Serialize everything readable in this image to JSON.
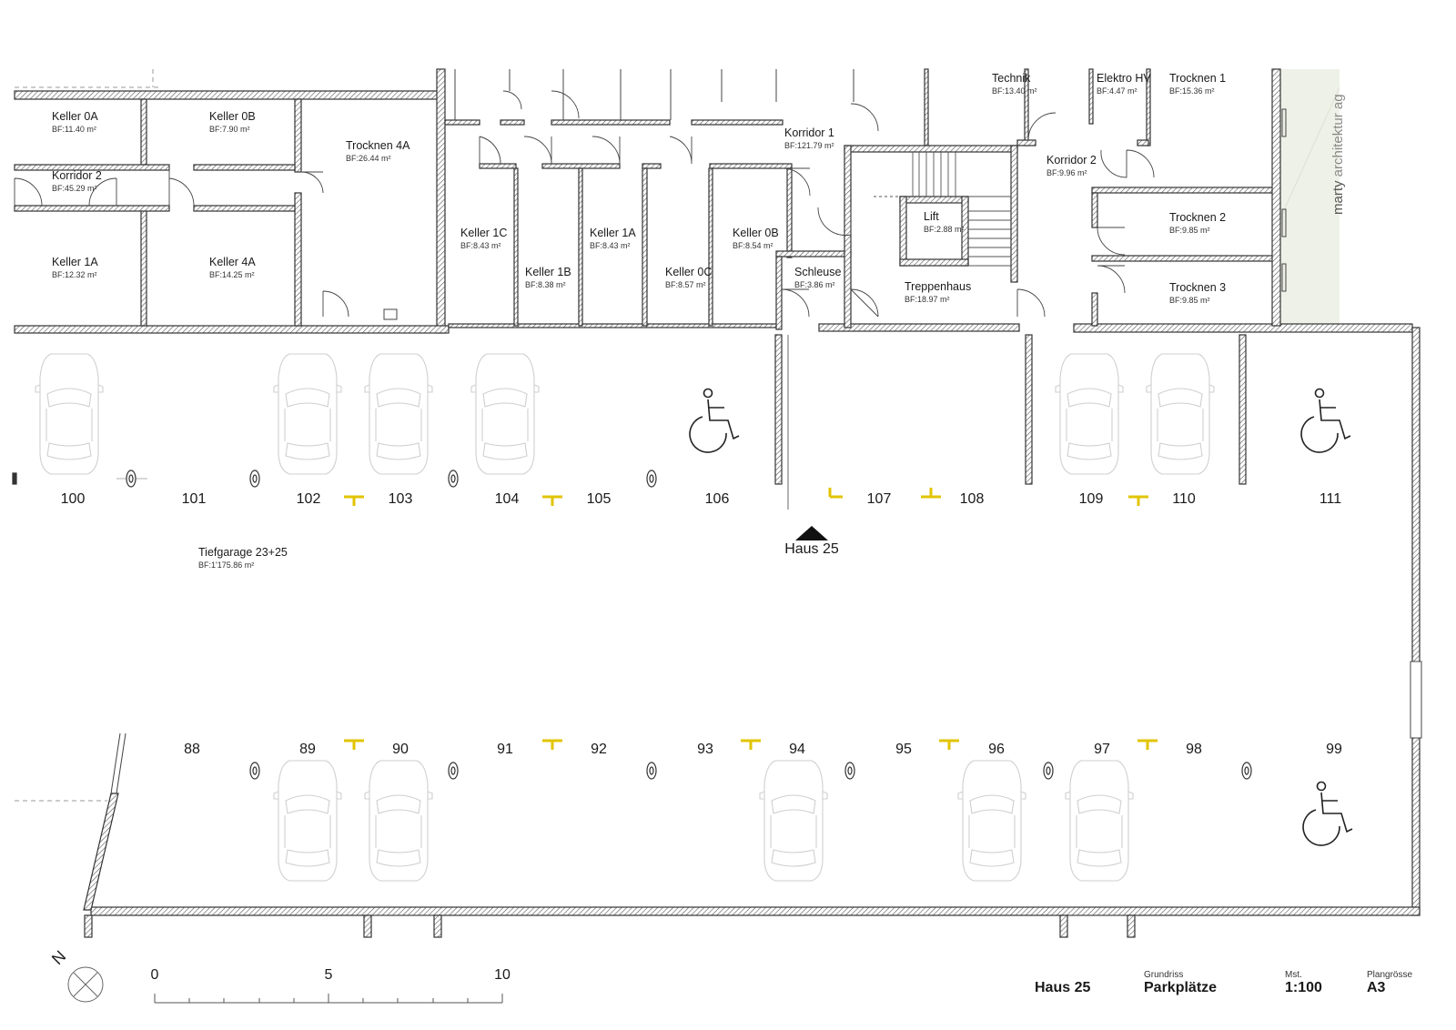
{
  "brand": {
    "name": "marty",
    "suffix": "architektur ag"
  },
  "rooms": [
    {
      "id": "keller-0a",
      "name": "Keller 0A",
      "area": "BF:11.40 m²"
    },
    {
      "id": "keller-0b-west",
      "name": "Keller 0B",
      "area": "BF:7.90 m²"
    },
    {
      "id": "trocknen-4a",
      "name": "Trocknen 4A",
      "area": "BF:26.44 m²"
    },
    {
      "id": "korridor-2-west",
      "name": "Korridor 2",
      "area": "BF:45.29 m²"
    },
    {
      "id": "keller-1a-west",
      "name": "Keller 1A",
      "area": "BF:12.32 m²"
    },
    {
      "id": "keller-4a",
      "name": "Keller 4A",
      "area": "BF:14.25 m²"
    },
    {
      "id": "keller-1c",
      "name": "Keller 1C",
      "area": "BF:8.43 m²"
    },
    {
      "id": "keller-1b",
      "name": "Keller 1B",
      "area": "BF:8.38 m²"
    },
    {
      "id": "keller-1a-east",
      "name": "Keller 1A",
      "area": "BF:8.43 m²"
    },
    {
      "id": "keller-0c",
      "name": "Keller 0C",
      "area": "BF:8.57 m²"
    },
    {
      "id": "keller-0b-east",
      "name": "Keller 0B",
      "area": "BF:8.54 m²"
    },
    {
      "id": "korridor-1",
      "name": "Korridor 1",
      "area": "BF:121.79 m²"
    },
    {
      "id": "schleuse",
      "name": "Schleuse",
      "area": "BF:3.86 m²"
    },
    {
      "id": "lift",
      "name": "Lift",
      "area": "BF:2.88 m²"
    },
    {
      "id": "treppenhaus",
      "name": "Treppenhaus",
      "area": "BF:18.97 m²"
    },
    {
      "id": "technik",
      "name": "Technik",
      "area": "BF:13.40 m²"
    },
    {
      "id": "elektro-hv",
      "name": "Elektro HV",
      "area": "BF:4.47 m²"
    },
    {
      "id": "trocknen-1",
      "name": "Trocknen 1",
      "area": "BF:15.36 m²"
    },
    {
      "id": "korridor-2-east",
      "name": "Korridor 2",
      "area": "BF:9.96 m²"
    },
    {
      "id": "trocknen-2",
      "name": "Trocknen 2",
      "area": "BF:9.85 m²"
    },
    {
      "id": "trocknen-3",
      "name": "Trocknen 3",
      "area": "BF:9.85 m²"
    },
    {
      "id": "tiefgarage",
      "name": "Tiefgarage 23+25",
      "area": "BF:1'175.86 m²"
    }
  ],
  "parking_top": [
    "100",
    "101",
    "102",
    "103",
    "104",
    "105",
    "106",
    "107",
    "108",
    "109",
    "110",
    "111"
  ],
  "parking_bottom": [
    "88",
    "89",
    "90",
    "91",
    "92",
    "93",
    "94",
    "95",
    "96",
    "97",
    "98",
    "99"
  ],
  "entrance_label": "Haus 25",
  "scale_bar": {
    "ticks": [
      "0",
      "5",
      "10"
    ]
  },
  "north_label": "N",
  "title_block": {
    "project": "Haus 25",
    "plan_type_caption": "Grundriss",
    "plan_type": "Parkplätze",
    "scale_caption": "Mst.",
    "scale": "1:100",
    "size_caption": "Plangrösse",
    "size": "A3"
  },
  "colors": {
    "marker": "#e2c400",
    "wall": "#333333",
    "car": "#cfcfcf",
    "green": "#eef1e7"
  },
  "icons": [
    "wheelchair-icon",
    "car-icon",
    "column-icon",
    "north-arrow-icon",
    "entrance-arrow-icon"
  ]
}
